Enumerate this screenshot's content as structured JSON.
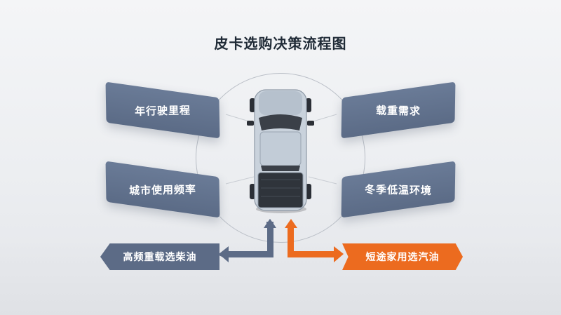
{
  "title": "皮卡选购决策流程图",
  "factors": {
    "left_top": "年行驶里程",
    "left_bottom": "城市使用频率",
    "right_top": "载重需求",
    "right_bottom": "冬季低温环境"
  },
  "outcomes": {
    "diesel": "高频重载选柴油",
    "gasoline": "短途家用选汽油"
  },
  "colors": {
    "card": "#5c6b86",
    "diesel_accent": "#5c6b86",
    "gasoline_accent": "#ec6b1f",
    "title": "#1f2a36"
  },
  "icons": {
    "center": "pickup-truck-top-view"
  }
}
